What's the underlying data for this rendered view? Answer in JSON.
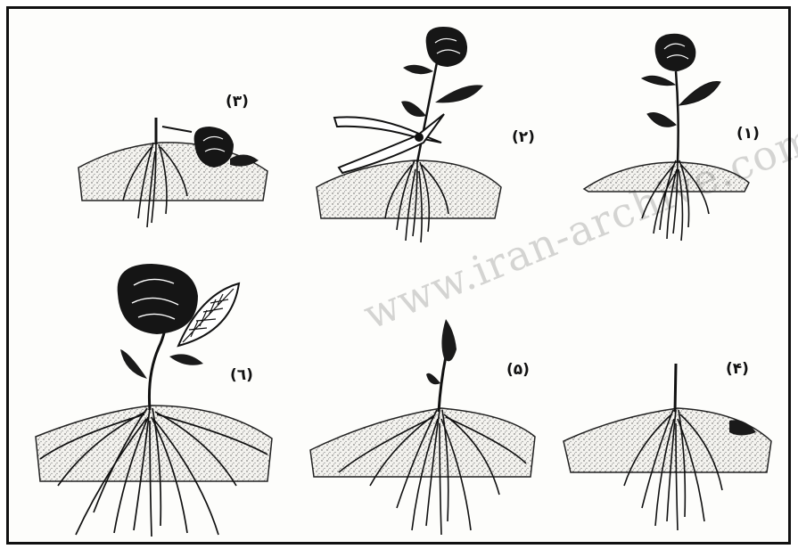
{
  "steps": [
    {
      "id": 1,
      "label": "(۱)"
    },
    {
      "id": 2,
      "label": "(۲)"
    },
    {
      "id": 3,
      "label": "(۳)"
    },
    {
      "id": 4,
      "label": "(۴)"
    },
    {
      "id": 5,
      "label": "(۵)"
    },
    {
      "id": 6,
      "label": "(٦)"
    }
  ],
  "watermark": "www.iran-archive.com"
}
